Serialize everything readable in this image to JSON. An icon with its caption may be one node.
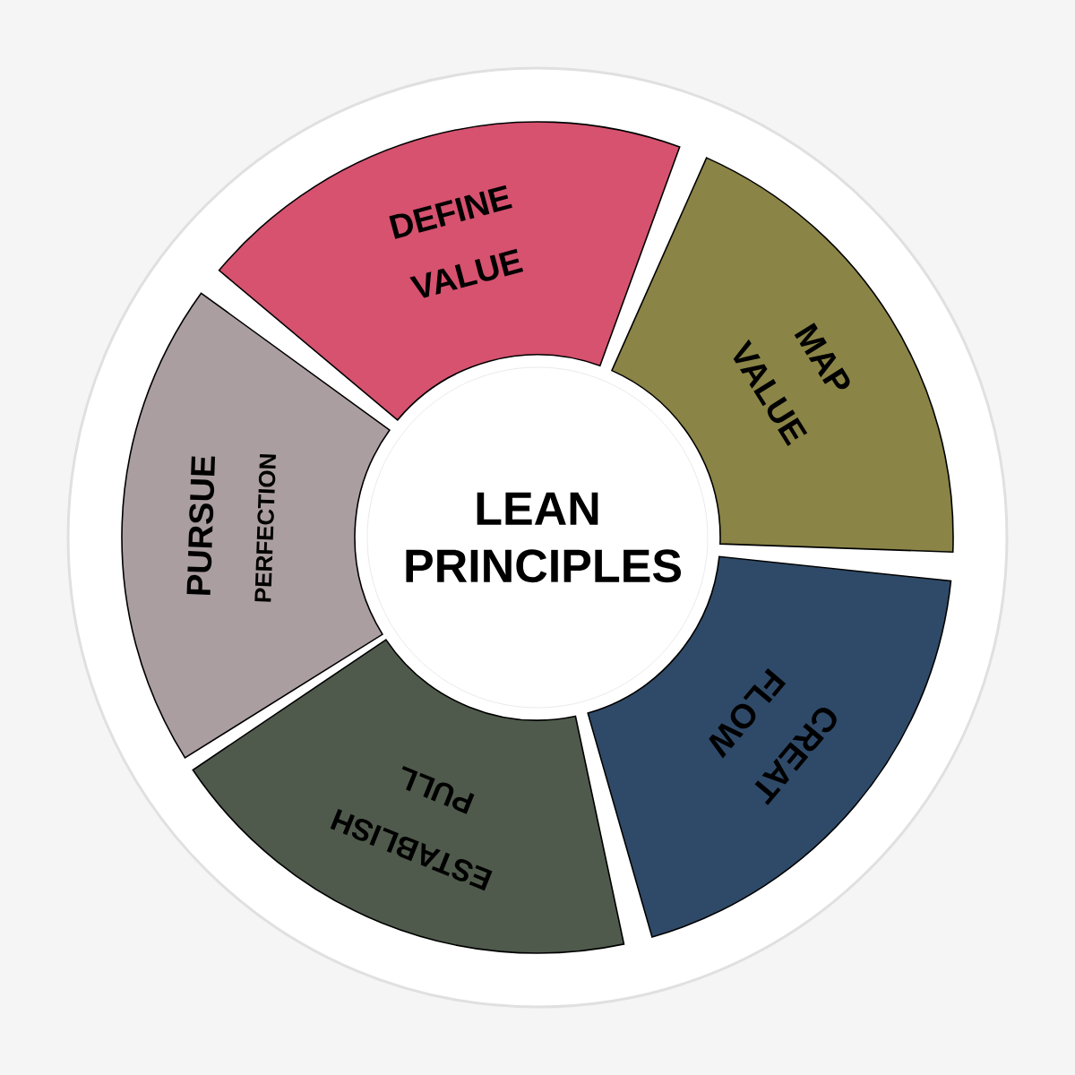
{
  "diagram": {
    "nodes": [
      {
        "text": [
          "LEAN PRINCIPLES"
        ]
      },
      {
        "text": [
          "DEFINE",
          "VALUE"
        ]
      },
      {
        "text": [
          "MAP",
          "VALUE"
        ]
      },
      {
        "text": [
          "CREAT",
          "FLOW"
        ]
      },
      {
        "text": [
          "ESTABLISH",
          "PULL"
        ]
      },
      {
        "text": [
          "PURSUE",
          "PERFECTION"
        ]
      }
    ]
  }
}
